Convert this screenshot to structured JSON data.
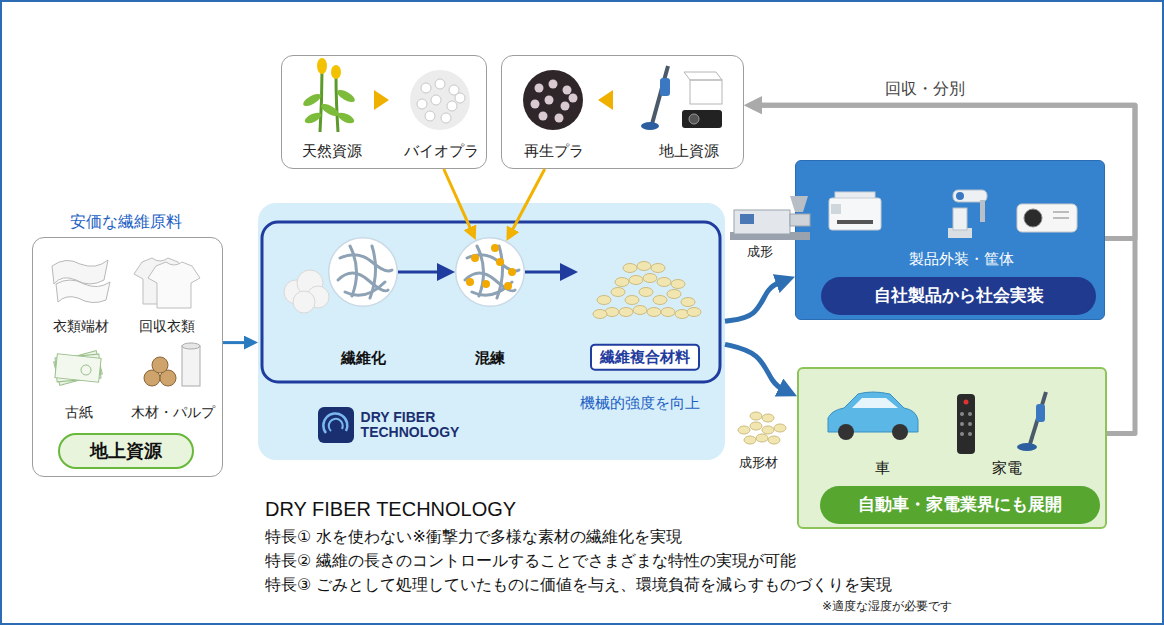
{
  "diagram": {
    "nodes": [
      {
        "text": [
          "天然資源",
          "バイオプラ"
        ]
      },
      {
        "text": [
          "再生プラ",
          "地上資源"
        ]
      },
      {
        "text": [
          "安価な繊維原料",
          "衣類端材",
          "回収衣類",
          "古紙",
          "木材・パルプ"
        ]
      },
      {
        "text": [
          "地上資源"
        ],
        "in": 2
      },
      {
        "text": [
          "機械的強度を向上",
          "DRY FIBER TECHNOLOGY"
        ]
      },
      {
        "text": [
          "繊維化"
        ],
        "in": 4
      },
      {
        "text": [
          "混練"
        ],
        "in": 4
      },
      {
        "text": [
          "繊維複合材料"
        ],
        "in": 4
      },
      {
        "text": [
          "製品外装・筐体"
        ]
      },
      {
        "text": [
          "自社製品から社会実装"
        ],
        "in": 8
      },
      {
        "text": [
          "車",
          "家電"
        ]
      },
      {
        "text": [
          "自動車・家電業界にも展開"
        ],
        "in": 10
      }
    ],
    "edges": [
      {
        "from": 0,
        "to": 6,
        "arrow": "to"
      },
      {
        "from": 1,
        "to": 6,
        "arrow": "to"
      },
      {
        "from": 2,
        "to": 4,
        "arrow": "to"
      },
      {
        "from": 5,
        "to": 6,
        "arrow": "to"
      },
      {
        "from": 6,
        "to": 7,
        "arrow": "to"
      },
      {
        "from": 4,
        "to": 8,
        "arrow": "to"
      },
      {
        "from": 4,
        "to": 10,
        "arrow": "to"
      },
      {
        "from": 8,
        "to": 1,
        "arrow": "to",
        "label": "回収・分別"
      },
      {
        "from": 10,
        "to": 1,
        "arrow": "to"
      }
    ],
    "labels": [
      "成形",
      "成形材",
      "DRY FIBER TECHNOLOGY",
      "特長① 水を使わない※衝撃力で多様な素材の繊維化を実現",
      "特長② 繊維の長さのコントロールすることでさまざまな特性の実現が可能",
      "特長③ ごみとして処理していたものに価値を与え、環境負荷を減らすものづくりを実現",
      "※適度な湿度が必要です"
    ]
  }
}
